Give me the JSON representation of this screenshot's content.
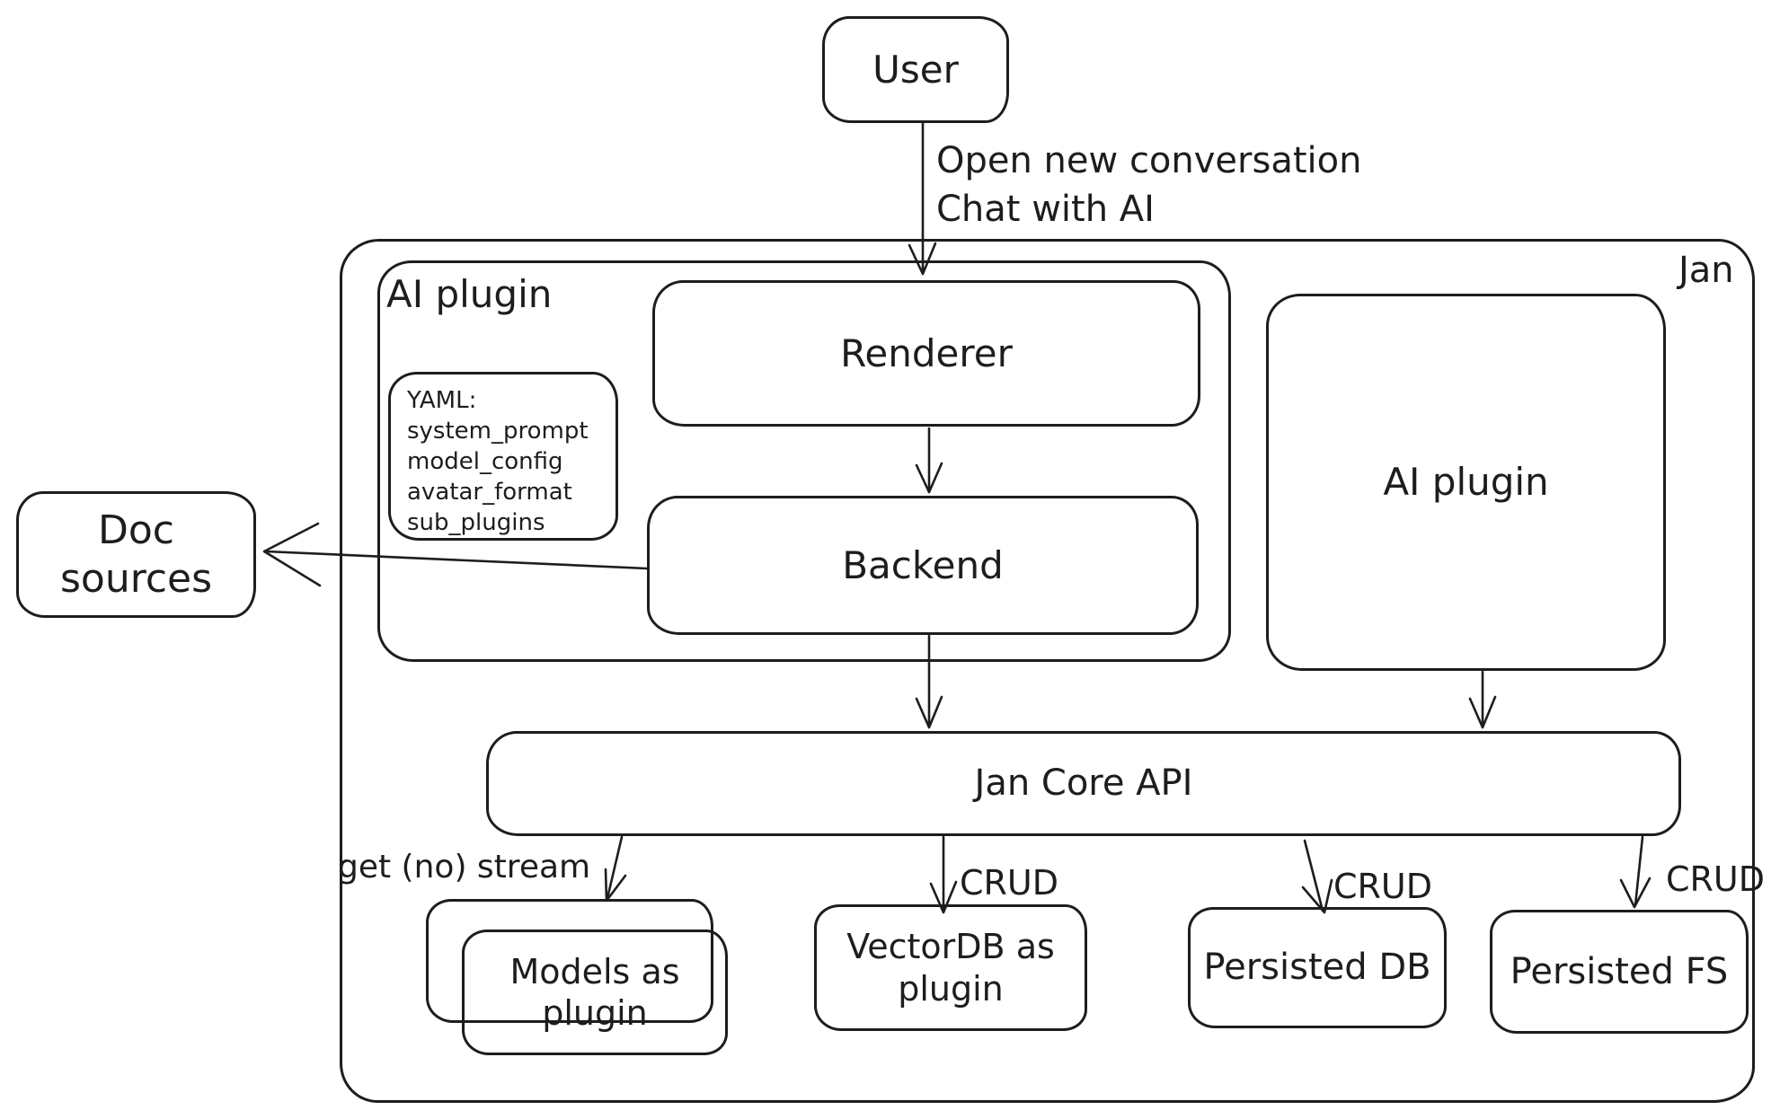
{
  "diagram": {
    "container_label": "Jan",
    "nodes": {
      "user": "User",
      "ai_plugin_left": "AI plugin",
      "renderer": "Renderer",
      "backend": "Backend",
      "doc_sources": "Doc sources",
      "ai_plugin_right": "AI plugin",
      "jan_core_api": "Jan Core API",
      "models_as_plugin": "Models as\nplugin",
      "vectordb_as_plugin": "VectorDB as\nplugin",
      "persisted_db": "Persisted DB",
      "persisted_fs": "Persisted FS"
    },
    "yaml_note": {
      "lines": [
        "YAML:",
        "system_prompt",
        "model_config",
        "avatar_format",
        "sub_plugins"
      ]
    },
    "edge_labels": {
      "user_to_renderer": "Open new conversation\nChat with AI",
      "core_to_models": "get (no) stream",
      "core_to_vectordb": "CRUD",
      "core_to_persisted_db": "CRUD",
      "core_to_persisted_fs": "CRUD"
    },
    "colors": {
      "stroke": "#1d1d1d",
      "background": "#ffffff"
    }
  }
}
